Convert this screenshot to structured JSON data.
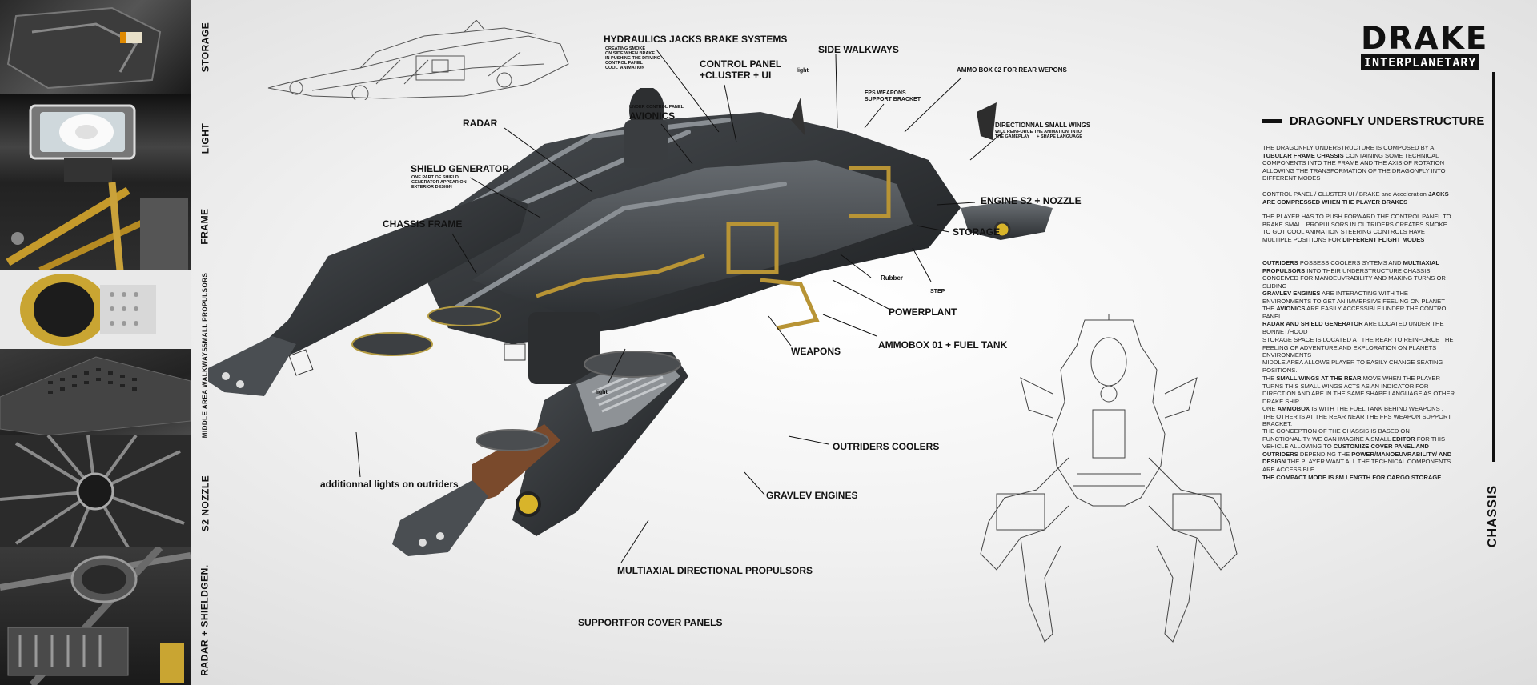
{
  "brand": {
    "name": "DRAKE",
    "sub": "INTERPLANETARY"
  },
  "section_title": "DRAGONFLY UNDERSTRUCTURE",
  "side_title": "CHASSIS",
  "thumbnails": [
    {
      "label": "STORAGE"
    },
    {
      "label": "LIGHT"
    },
    {
      "label": "FRAME"
    },
    {
      "label": "SMALL PROPULSORS"
    },
    {
      "label": "MIDDLE AREA WALKWAYS"
    },
    {
      "label": "S2 NOZZLE"
    },
    {
      "label": "RADAR + SHIELDGEN."
    }
  ],
  "callouts": {
    "hydraulics": "HYDRAULICS JACKS  BRAKE SYSTEMS",
    "hydraulics_note": "CREATING SMOKE\nON SIDE WHEN BRAKE\nIN PUSHING THE DRIVING\nCONTROL PANEL\nCOOL  ANIMATION",
    "control_panel": "CONTROL PANEL\n+CLUSTER + UI",
    "side_walkways": "SIDE WALKWAYS",
    "light_top": "light",
    "ammo_box_02": "AMMO BOX 02 FOR REAR WEPONS",
    "fps_weapons": "FPS WEAPONS\nSUPPORT BRACKET",
    "directional_wings": "DIRECTIONNAL SMALL WINGS",
    "directional_wings_note": "WILL REINFORCE THE ANIMATION  INTO\nTHE GAMEPLAY      + SHAPE LANGUAGE",
    "avionics_note": "UNDER  CONTROL PANEL",
    "avionics": "AVIONICS",
    "radar": "RADAR",
    "shield_generator": "SHIELD GENERATOR",
    "shield_generator_note": "ONE PART OF SHIELD\nGENERATOR APPEAR ON\nEXTERIOR DESIGN",
    "chassis_frame": "CHASSIS FRAME",
    "engine_s2": "ENGINE S2 + NOZZLE",
    "storage": "STORAGE",
    "rubber": "Rubber",
    "step": "STEP",
    "powerplant": "POWERPLANT",
    "ammobox_01": "AMMOBOX 01 + FUEL TANK",
    "weapons": "WEAPONS",
    "light_low": "light",
    "outriders_coolers": "OUTRIDERS COOLERS",
    "additional_lights": "additionnal lights on outriders",
    "gravlev_engines": "GRAVLEV ENGINES",
    "multiaxial": "MULTIAXIAL DIRECTIONAL PROPULSORS",
    "support_cover": "SUPPORTFOR COVER PANELS"
  },
  "paragraphs": [
    {
      "t1": "THE DRAGONFLY UNDERSTRUCTURE IS COMPOSED BY A  ",
      "b1": "TUBULAR FRAME CHASSIS",
      "t2": " CONTAINING SOME TECHNICAL COMPONENTS INTO THE FRAME AND THE AXIS OF ROTATION ALLOWING THE TRANSFORMATION OF THE DRAGONFLY INTO DIFFERENT MODES"
    },
    {
      "t1": "CONTROL PANEL / CLUSTER UI / BRAKE and Acceleration ",
      "b1": "JACKS ARE COMPRESSED WHEN THE PLAYER BRAKES",
      "t2": ""
    },
    {
      "t1": "THE PLAYER HAS TO PUSH FORWARD THE CONTROL PANEL TO BRAKE SMALL PROPULSORS IN OUTRIDERS CREATES SMOKE TO GOT  COOL ANIMATION STEERING CONTROLS HAVE MULTIPLE POSITIONS FOR ",
      "b1": "DIFFERENT FLIGHT MODES",
      "t2": ""
    },
    {
      "t1": "",
      "b1": "OUTRIDERS",
      "t2": "  POSSESS COOLERS SYTEMS AND ",
      "b2": "MULTIAXIAL PROPULSORS",
      "t3": " INTO  THEIR UNDERSTRUCTURE CHASSIS CONCEIVED FOR MANOEUVRABILITY AND MAKING TURNS OR SLIDING"
    },
    {
      "t1": "",
      "b1": "GRAVLEV ENGINES",
      "t2": " ARE INTERACTING WITH THE ENVIRONMENTS TO GET AN IMMERSIVE FEELING  ON PLANET THE ",
      "b2": "AVIONICS",
      "t3": " ARE EASILY ACCESSIBLE UNDER THE CONTROL PANEL"
    },
    {
      "t1": "",
      "b1": "RADAR AND  SHIELD GENERATOR",
      "t2": " ARE LOCATED UNDER THE BONNET/HOOD"
    },
    {
      "t1": "STORAGE SPACE IS  LOCATED AT THE REAR TO REINFORCE THE FEELING OF ADVENTURE AND EXPLORATION ON PLANETS ENVIRONMENTS",
      "b1": "",
      "t2": ""
    },
    {
      "t1": "MIDDLE AREA ALLOWS PLAYER TO EASILY CHANGE SEATING POSITIONS.",
      "b1": "",
      "t2": ""
    },
    {
      "t1": "THE ",
      "b1": "SMALL WINGS AT THE REAR",
      "t2": " MOVE WHEN THE  PLAYER TURNS THIS SMALL WINGS ACTS AS AN INDICATOR FOR DIRECTION AND ARE IN THE SAME SHAPE LANGUAGE AS OTHER DRAKE SHIP"
    },
    {
      "t1": "ONE ",
      "b1": "AMMOBOX",
      "t2": " IS WITH THE FUEL TANK BEHIND WEAPONS . THE OTHER IS AT THE REAR NEAR THE FPS WEAPON SUPPORT BRACKET."
    },
    {
      "t1": "THE CONCEPTION OF THE CHASSIS IS BASED ON FUNCTIONALITY WE CAN IMAGINE A SMALL ",
      "b1": "EDITOR",
      "t2": " FOR THIS VEHICLE ALLOWING TO ",
      "b2": "CUSTOMIZE COVER PANEL AND OUTRIDERS",
      "t3": " DEPENDING THE ",
      "b3": "POWER/MANOEUVRABILITY/ AND DESIGN",
      "t4": " THE PLAYER WANT ALL THE TECHNICAL COMPONENTS ARE ACCESSIBLE"
    },
    {
      "t1": "",
      "b1": "THE COMPACT MODE IS 8M LENGTH FOR CARGO STORAGE",
      "t2": ""
    }
  ]
}
